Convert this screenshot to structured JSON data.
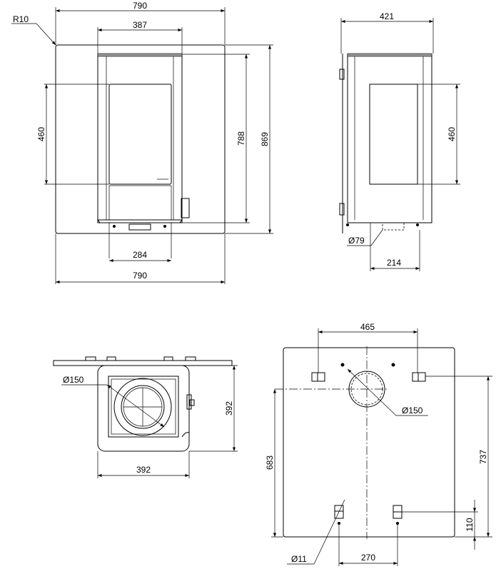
{
  "front_view": {
    "width_top": "790",
    "body_width": "387",
    "radius": "R10",
    "glass_height": "460",
    "body_height": "788",
    "total_height": "869",
    "door_width": "284",
    "width_bottom": "790"
  },
  "side_view": {
    "depth": "421",
    "glass_height": "460",
    "inlet_diameter": "Ø79",
    "inlet_offset": "214"
  },
  "top_view": {
    "flue_diameter": "Ø150",
    "depth": "392",
    "width": "392"
  },
  "bottom_view": {
    "bracket_spacing": "465",
    "flue_diameter": "Ø150",
    "flue_offset": "683",
    "bracket_offset": "737",
    "foot_offset": "110",
    "foot_spacing": "270",
    "hole_diameter": "Ø11"
  }
}
